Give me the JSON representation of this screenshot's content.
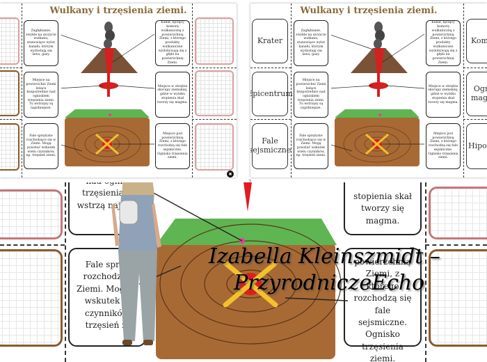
{
  "sheet": {
    "title": "Wulkany i trzęsienia ziemi.",
    "descriptions": {
      "krater": "Zagłębianie, zwykle na szczycie wulkanu, stanowiące wylot kanału, którym wydostają się lawa, gazy.",
      "komin": "Kanał, łączący komorę wulkaniczną z powierzchnią Ziemi, z którego produkty wulkaniczne wydobywają się z głębi na powierzchnię Ziemi.",
      "epicentrum": "Miejsce na powierzchni Ziemi leżące bezpośrednio nad ogniskiem trzęsienia ziemi. Tu wstrząsy są najsilniejsze.",
      "ognisko_magmy": "Miejsce w obrębie skorupy ziemskiej, gdzie w wyniku stopienia skał tworzy się magma.",
      "fale": "Fale sprężyste rozchodzące się w Ziemi. Mogą powstać wskutek wielu czynników, np. trzęsień ziemi.",
      "hipocentrum": "Miejsce pod powierzchnią Ziemi, z którego rozchodzą się fale sejsmiczne. Ognisko trzęsienia ziemi."
    },
    "labels": {
      "krater": "Krater",
      "epicentrum": "Epicentrum",
      "fale": "Fale sejsmiczne",
      "komin": "Kom",
      "ognisko": "Ogni magm",
      "hipocentrum": "Hipocen"
    }
  },
  "page_number": "2",
  "zoom": {
    "desc_top_left": "nad ognis trzęsienia z wstrzą najsiln",
    "desc_top_right": "stopienia skał tworzy się magma.",
    "desc_bottom_left": "Fale spręż rozchodząc Ziemi. Mogą p wskutek w czynników trzęsień zi",
    "desc_bottom_right": "powierzchnią Ziemi, z którego rozchodzą się fale sejsmiczne. Ognisko trzęsienia ziemi."
  },
  "signature": {
    "line1": "Izabella Kleinszmidt –",
    "line2": "PrzyrodniczeEcho"
  },
  "colors": {
    "title": "#8a6a3a",
    "tile_border_red": "#d9a0a0",
    "tile_border_brown": "#8a5a2a",
    "grass": "#5fb552",
    "soil": "#a86a35",
    "epicenter": "#e11b22",
    "arrow": "#f2c12e"
  }
}
